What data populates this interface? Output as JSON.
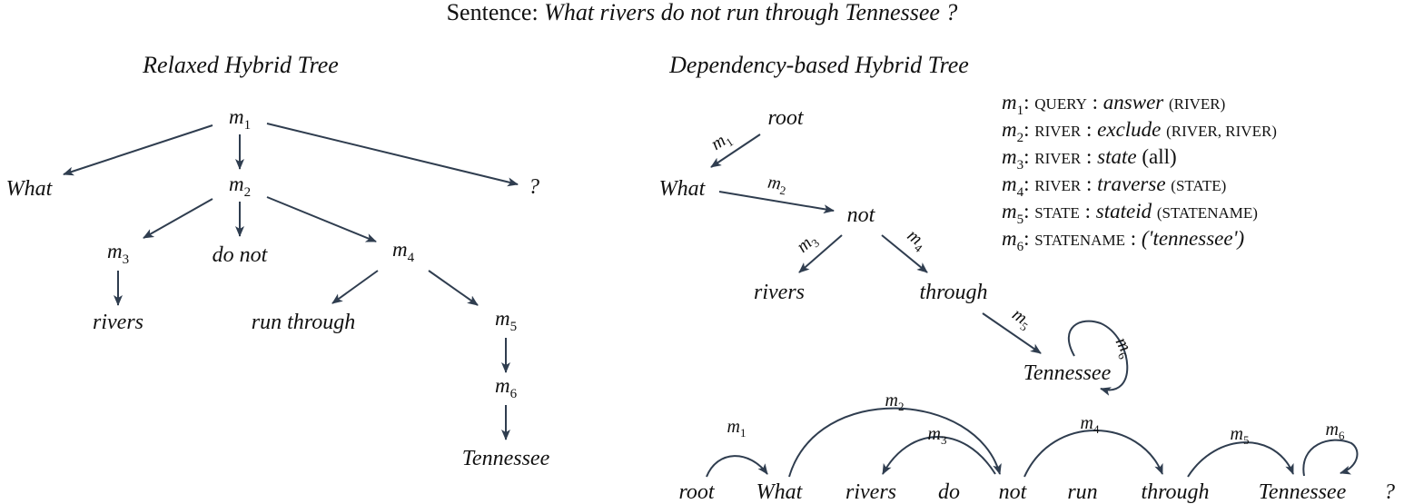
{
  "sentence": {
    "prefix": "Sentence:",
    "text": "What rivers do not run through Tennessee ?"
  },
  "relaxed_tree": {
    "title": "Relaxed Hybrid Tree",
    "nodes": {
      "m1": "m",
      "m1_sub": "1",
      "m2": "m",
      "m2_sub": "2",
      "m3": "m",
      "m3_sub": "3",
      "m4": "m",
      "m4_sub": "4",
      "m5": "m",
      "m5_sub": "5",
      "m6": "m",
      "m6_sub": "6"
    },
    "words": {
      "what": "What",
      "q": "?",
      "do_not": "do not",
      "rivers": "rivers",
      "run_through": "run through",
      "tennessee": "Tennessee"
    }
  },
  "dependency_tree": {
    "title": "Dependency-based Hybrid Tree",
    "nodes": {
      "root": "root",
      "what": "What",
      "not": "not",
      "rivers": "rivers",
      "through": "through",
      "tennessee": "Tennessee"
    },
    "edge_labels": [
      "m1",
      "m2",
      "m3",
      "m4",
      "m5",
      "m6"
    ]
  },
  "legend": [
    {
      "m": "m",
      "sub": "1",
      "type": "QUERY",
      "func": "answer",
      "args": "(RIVER)"
    },
    {
      "m": "m",
      "sub": "2",
      "type": "RIVER",
      "func": "exclude",
      "args": "(RIVER, RIVER)"
    },
    {
      "m": "m",
      "sub": "3",
      "type": "RIVER",
      "func": "state",
      "args": "(all)"
    },
    {
      "m": "m",
      "sub": "4",
      "type": "RIVER",
      "func": "traverse",
      "args": "(STATE)"
    },
    {
      "m": "m",
      "sub": "5",
      "type": "STATE",
      "func": "stateid",
      "args": "(STATENAME)"
    },
    {
      "m": "m",
      "sub": "6",
      "type": "STATENAME",
      "func": "",
      "args": "('tennessee')"
    }
  ],
  "bottom_sequence": {
    "words": [
      "root",
      "What",
      "rivers",
      "do",
      "not",
      "run",
      "through",
      "Tennessee",
      "?"
    ],
    "arc_labels": [
      "m1",
      "m2",
      "m3",
      "m4",
      "m5",
      "m6"
    ]
  }
}
